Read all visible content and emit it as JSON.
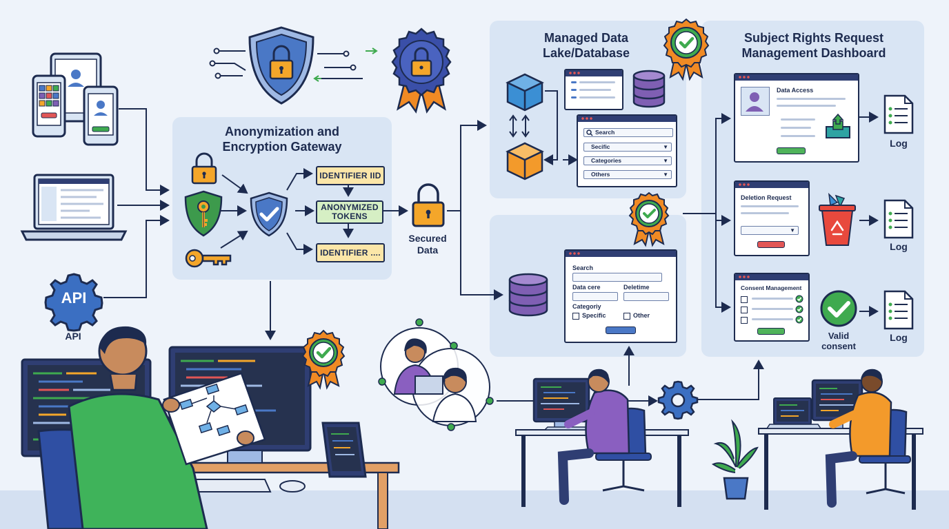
{
  "gateway": {
    "title_line1": "Anonymization and",
    "title_line2": "Encryption Gateway",
    "chip_identifier_iid": "IDENTIFIER IID",
    "chip_tokens_line1": "ANONYMIZED",
    "chip_tokens_line2": "TOKENS",
    "chip_identifier_dots": "IDENTIFIER ...."
  },
  "sources": {
    "api_badge": "API",
    "api_label": "API"
  },
  "secured": {
    "line1": "Secured",
    "line2": "Data"
  },
  "lake": {
    "title_line1": "Managed Data",
    "title_line2": "Lake/Database",
    "search_window": {
      "search_placeholder": "Search",
      "field_specific": "Secific",
      "field_categories": "Categories",
      "field_others": "Others"
    },
    "form_window": {
      "search_label": "Search",
      "data_label": "Data cere",
      "delete_label": "Deletime",
      "category_label": "Categoriy",
      "option_specific": "Specific",
      "option_other": "Other"
    }
  },
  "dashboard": {
    "title_line1": "Subject Rights Request",
    "title_line2": "Management Dashboard",
    "access_title": "Data Access",
    "deletion_title": "Deletion Request",
    "consent_title": "Consent Management",
    "valid_line1": "Valid",
    "valid_line2": "consent",
    "log1": "Log",
    "log2": "Log",
    "log3": "Log"
  },
  "colors": {
    "navy": "#1d2b4f",
    "panel": "#d9e5f4",
    "accent_blue": "#4a78c6",
    "lock_orange": "#f4a62a",
    "shield_green": "#3d9a4c",
    "badge_orange": "#f08a24",
    "check_green": "#3faa4f",
    "button_green": "#4fb35a",
    "button_red": "#e25656",
    "purple_db": "#7f5fb3",
    "cube_blue": "#3b8fd4",
    "cube_orange": "#f39a2b",
    "bin_red": "#e8493d"
  }
}
